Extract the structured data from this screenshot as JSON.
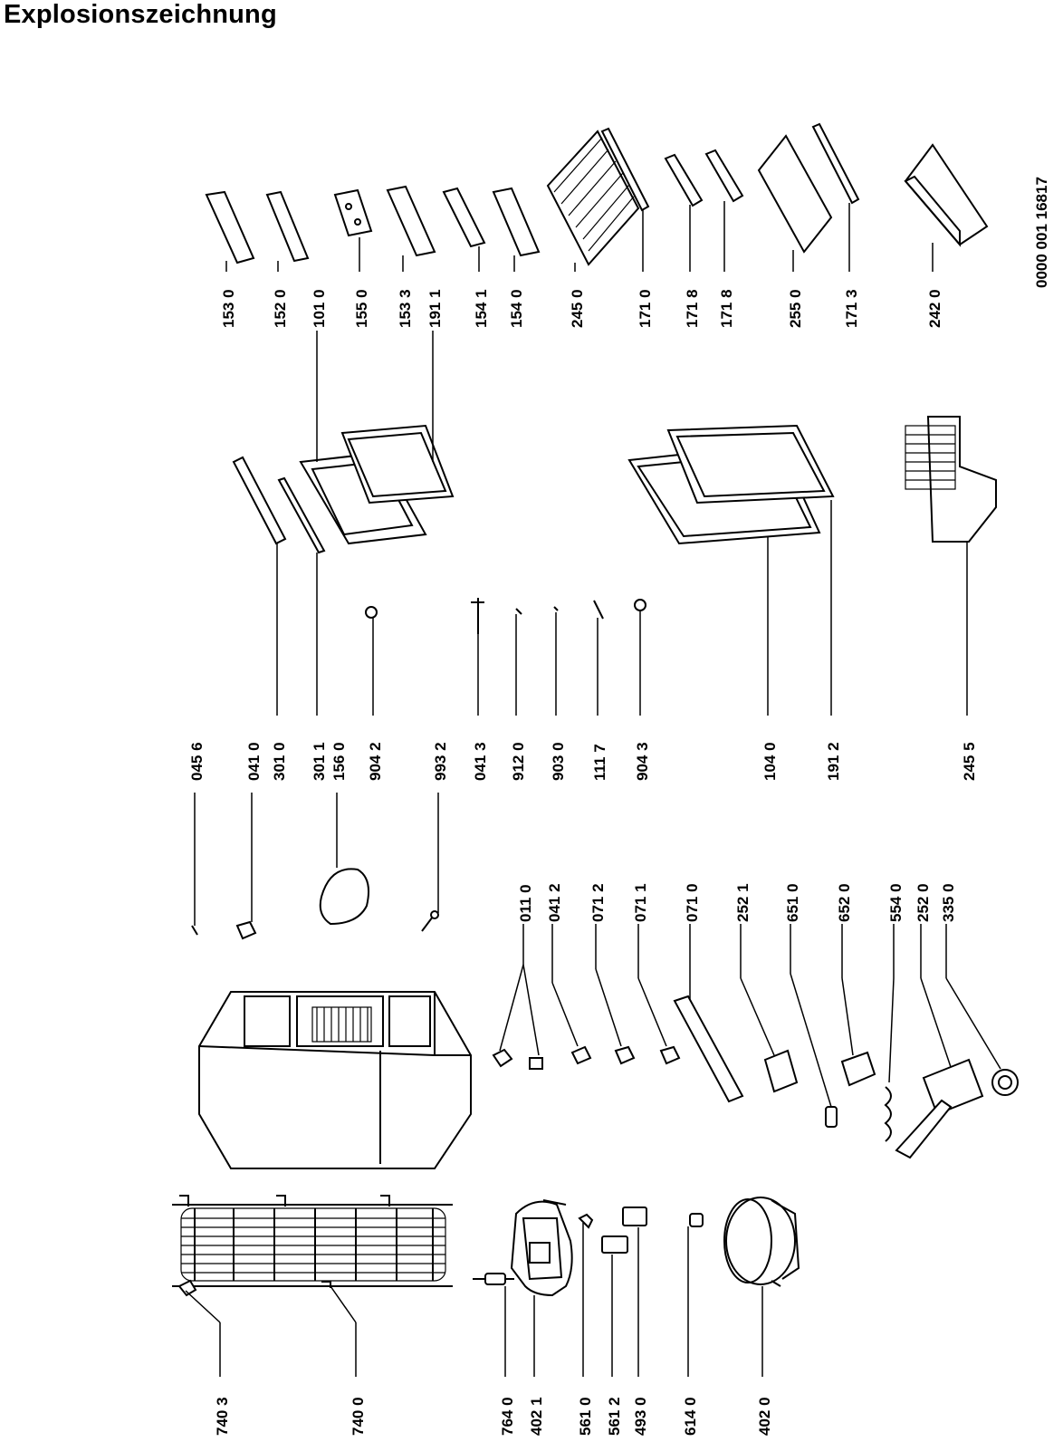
{
  "page": {
    "title": "Explosionszeichnung"
  },
  "document_number": "0000 001 16817",
  "parts": [
    "740 3",
    "740 0",
    "764 0",
    "402 1",
    "561 0",
    "561 2",
    "493 0",
    "614 0",
    "402 0",
    "011 0",
    "041 2",
    "071 2",
    "071 1",
    "071 0",
    "252 1",
    "651 0",
    "652 0",
    "554 0",
    "252 0",
    "335 0",
    "045 6",
    "041 0",
    "301 0",
    "301 1",
    "156 0",
    "904 2",
    "993 2",
    "041 3",
    "912 0",
    "903 0",
    "111 7",
    "904 3",
    "104 0",
    "191 2",
    "245 5",
    "153 0",
    "152 0",
    "101 0",
    "155 0",
    "153 3",
    "191 1",
    "154 1",
    "154 0",
    "245 0",
    "171 0",
    "171 8",
    "171 8",
    "255 0",
    "171 3",
    "242 0"
  ]
}
